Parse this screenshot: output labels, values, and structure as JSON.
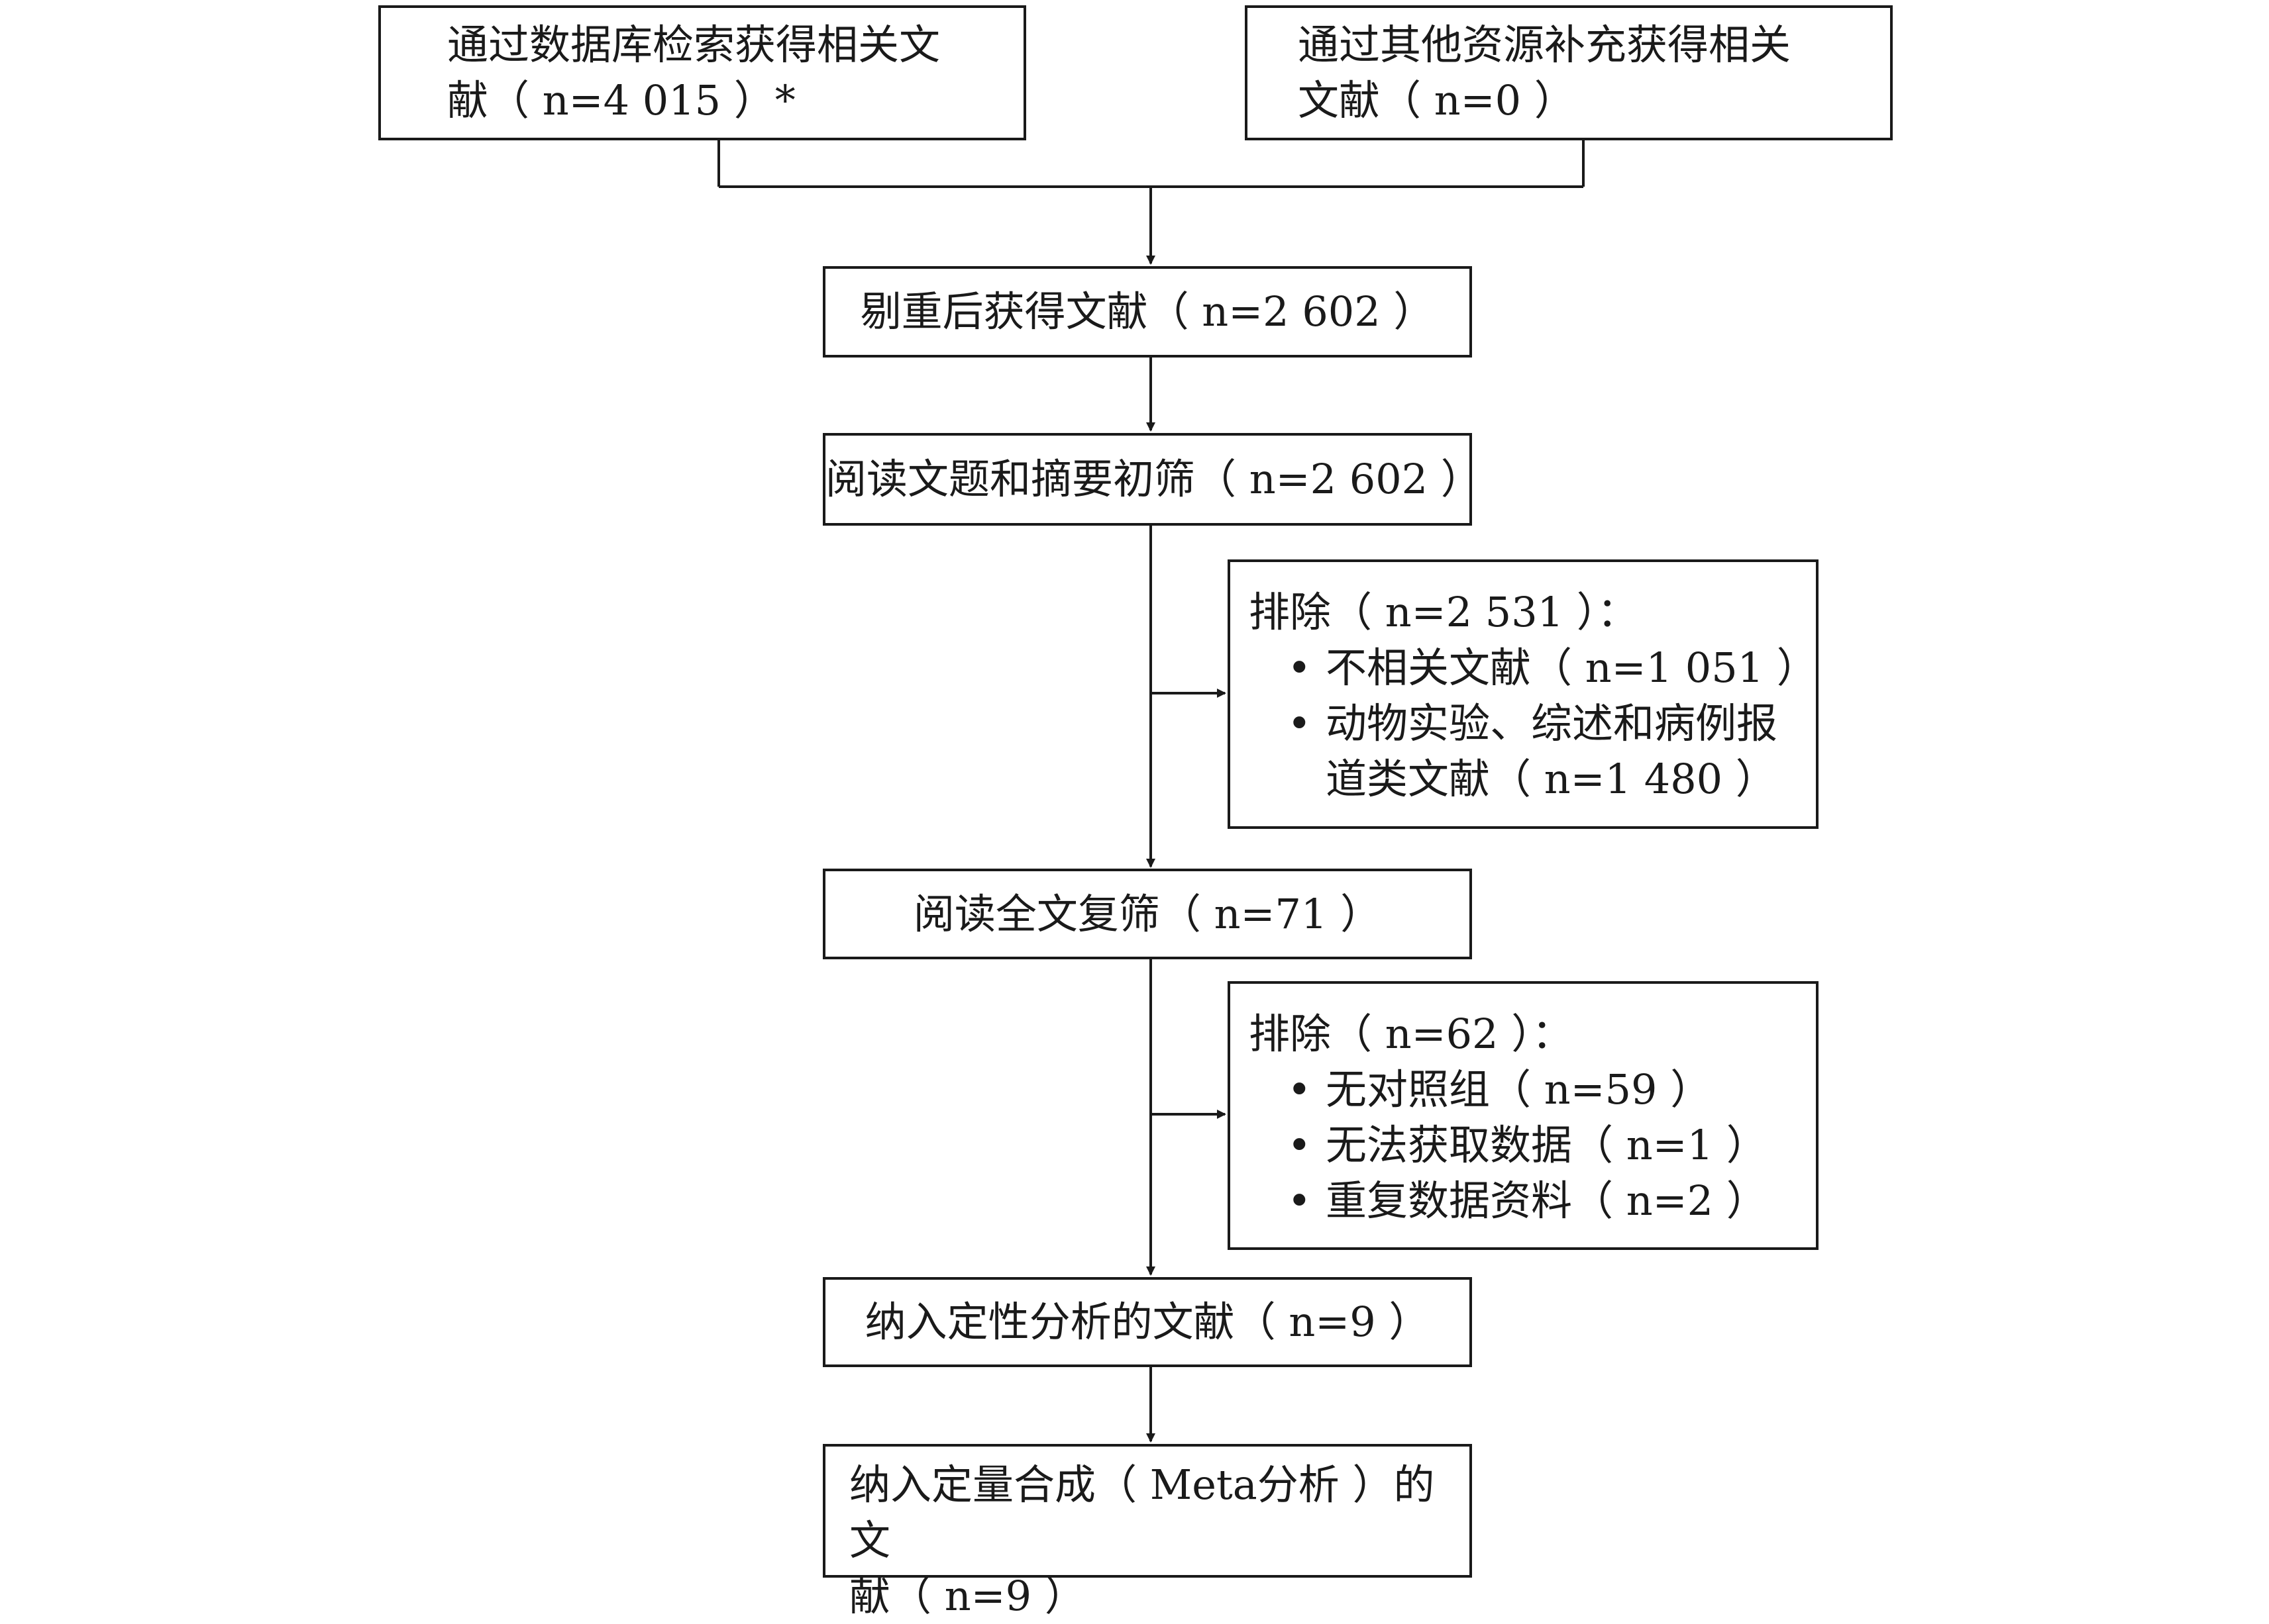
{
  "boxes": {
    "db_search": {
      "lines": [
        "通过数据库检索获得相关文",
        "献（ n=4 015 ）*"
      ]
    },
    "other_sources": {
      "lines": [
        "通过其他资源补充获得相关",
        "文献（ n=0 ）"
      ]
    },
    "dedup": {
      "text": "剔重后获得文献（ n=2 602 ）"
    },
    "title_abstract": {
      "text": "阅读文题和摘要初筛（ n=2 602 ）"
    },
    "exclusion_1": {
      "header": "排除（ n=2 531 ）：",
      "items": [
        {
          "lines": [
            "不相关文献（ n=1 051 ）"
          ]
        },
        {
          "lines": [
            "动物实验、综述和病例报",
            "道类文献（ n=1 480 ）"
          ]
        }
      ]
    },
    "full_text": {
      "text": "阅读全文复筛（ n=71 ）"
    },
    "exclusion_2": {
      "header": "排除（ n=62 ）：",
      "items": [
        {
          "lines": [
            "无对照组（ n=59 ）"
          ]
        },
        {
          "lines": [
            "无法获取数据（ n=1 ）"
          ]
        },
        {
          "lines": [
            "重复数据资料（ n=2 ）"
          ]
        }
      ]
    },
    "qualitative": {
      "text": "纳入定性分析的文献（ n=9 ）"
    },
    "quantitative": {
      "lines": [
        "纳入定量合成（ Meta分析 ）的文",
        "献（ n=9 ）"
      ]
    }
  },
  "colors": {
    "stroke": "#1a1a1a",
    "background": "#ffffff"
  }
}
